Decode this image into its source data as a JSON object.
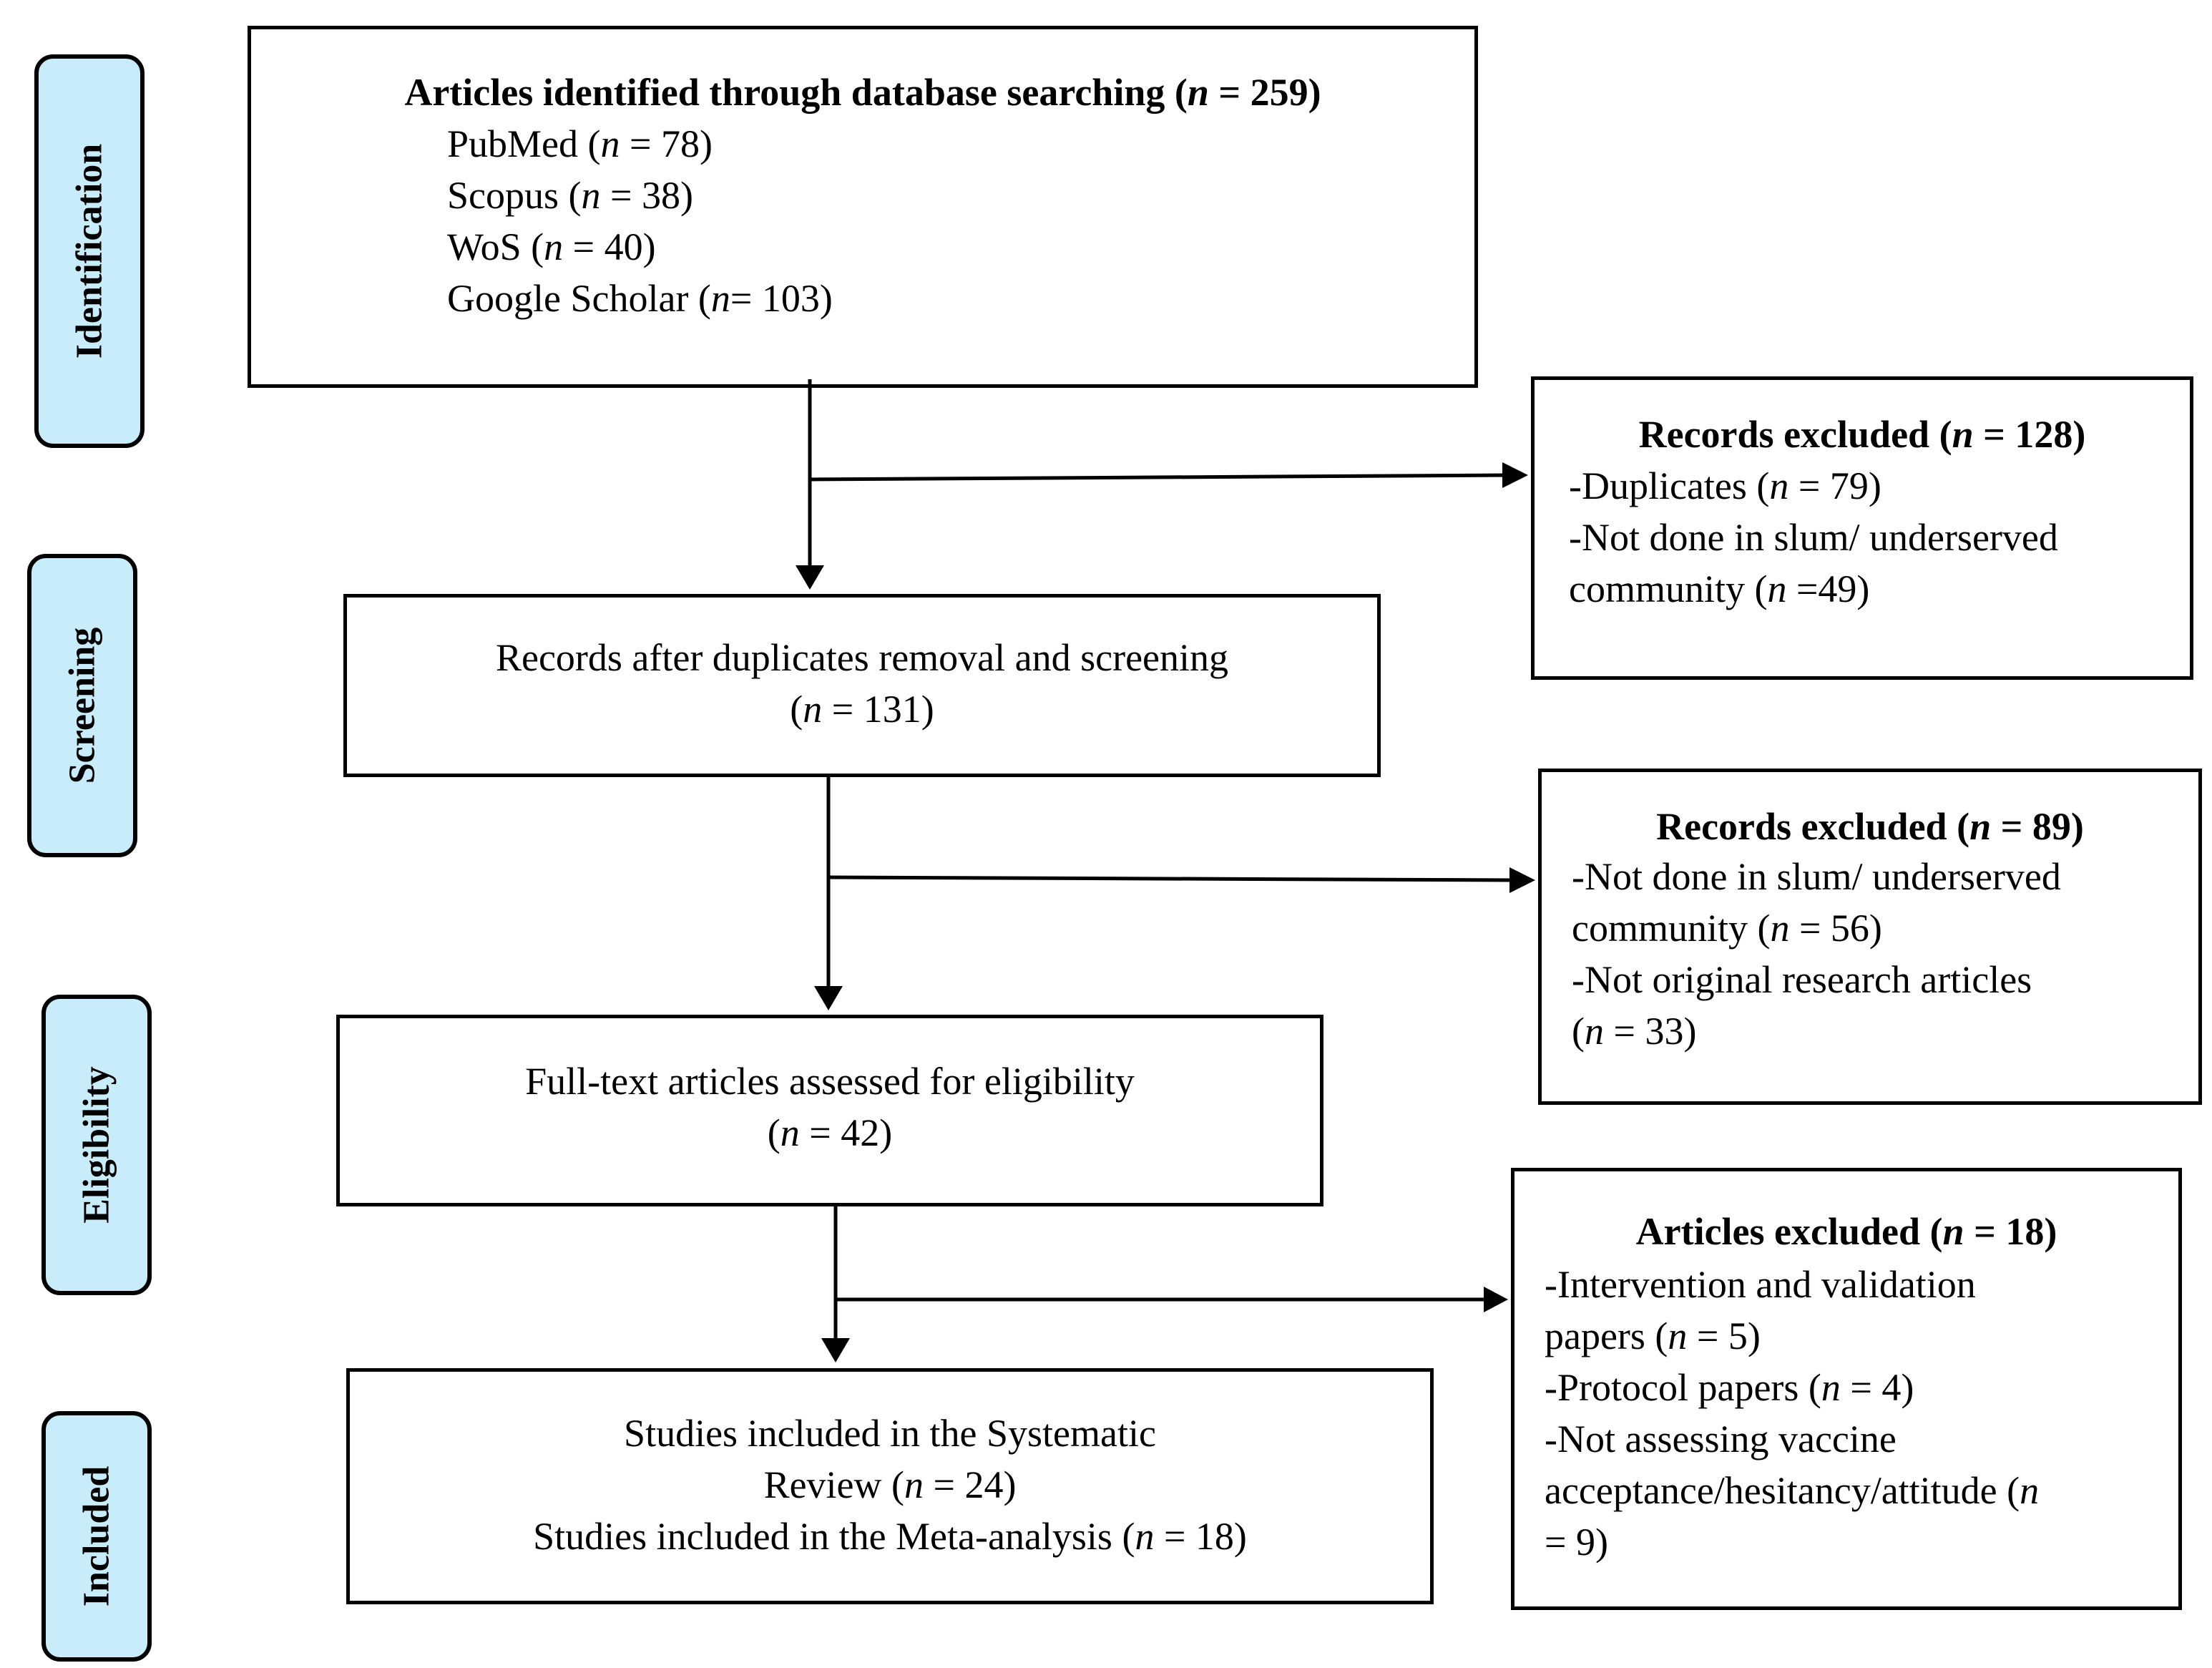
{
  "stages": {
    "identification": "Identification",
    "screening": "Screening",
    "eligibility": "Eligibility",
    "included": "Included"
  },
  "identified": {
    "title_pre": "Articles identified through database searching (",
    "title_n": "n",
    "title_post": " = 259)",
    "sources": [
      {
        "pre": "PubMed (",
        "n": "n",
        "post": " = 78)"
      },
      {
        "pre": "Scopus (",
        "n": "n",
        "post": " = 38)"
      },
      {
        "pre": "WoS (",
        "n": "n",
        "post": " = 40)"
      },
      {
        "pre": "Google Scholar (",
        "n": "n",
        "post": "= 103)"
      }
    ]
  },
  "excluded1": {
    "title_pre": "Records excluded (",
    "title_n": "n",
    "title_post": " = 128)",
    "l1_pre": "-Duplicates (",
    "l1_n": "n",
    "l1_post": " = 79)",
    "l2": "-Not done in slum/ underserved",
    "l3_pre": "community (",
    "l3_n": "n",
    "l3_post": " =49)"
  },
  "screened": {
    "l1": "Records after duplicates removal  and screening",
    "l2_pre": "(",
    "l2_n": "n",
    "l2_post": " = 131)"
  },
  "excluded2": {
    "title_pre": "Records excluded (",
    "title_n": "n",
    "title_post": " = 89)",
    "l1": "-Not done in slum/ underserved",
    "l2_pre": "community  (",
    "l2_n": "n",
    "l2_post": " = 56)",
    "l3": "-Not original research articles",
    "l4_pre": "(",
    "l4_n": "n",
    "l4_post": " = 33)"
  },
  "eligible": {
    "l1": "Full-text articles assessed for eligibility",
    "l2_pre": "(",
    "l2_n": "n",
    "l2_post": " = 42)"
  },
  "excluded3": {
    "title_pre": "Articles excluded (",
    "title_n": "n",
    "title_post": " = 18)",
    "l1": "-Intervention and validation",
    "l2_pre": "papers (",
    "l2_n": "n",
    "l2_post": " = 5)",
    "l3_pre": "-Protocol papers (",
    "l3_n": "n",
    "l3_post": " = 4)",
    "l4": "-Not assessing  vaccine",
    "l5_pre": "acceptance/hesitancy/attitude (",
    "l5_n": "n",
    "l6": "= 9)"
  },
  "included": {
    "l1": "Studies included in the Systematic",
    "l2_pre": "Review (",
    "l2_n": "n",
    "l2_post": " = 24)",
    "l3_pre": "Studies included in the Meta-analysis (",
    "l3_n": "n",
    "l3_post": " = 18)"
  }
}
